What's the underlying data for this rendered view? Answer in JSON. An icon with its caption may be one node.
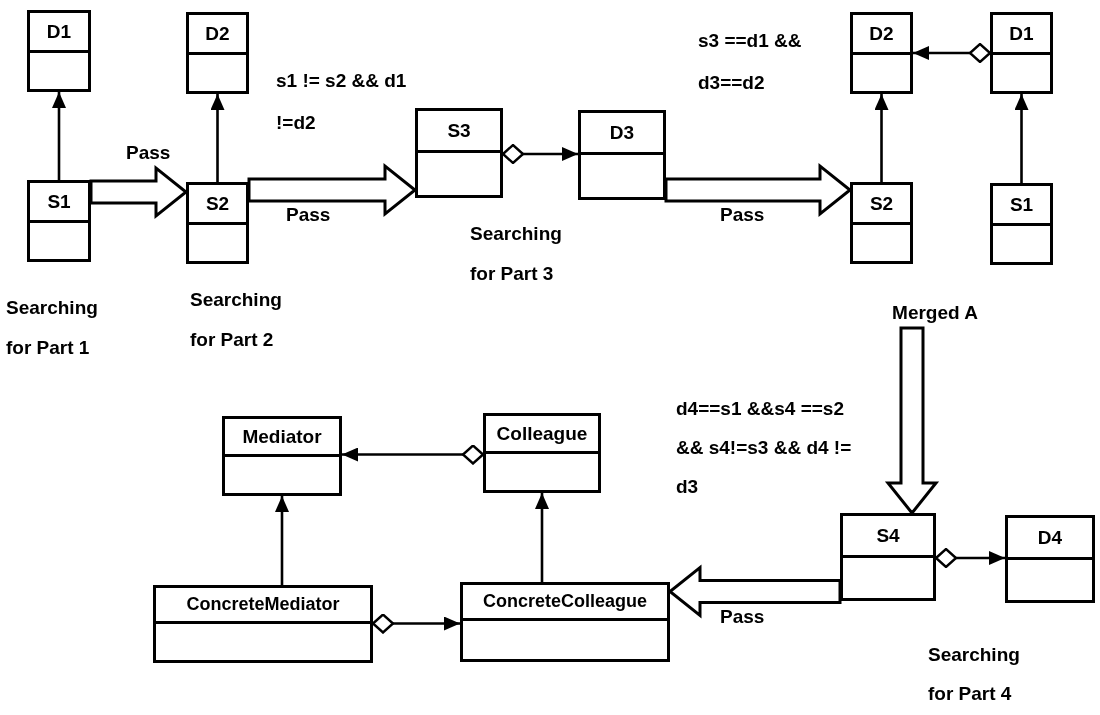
{
  "diagram": {
    "nodes": [
      {
        "text": [
          "D1"
        ]
      },
      {
        "text": [
          "S1"
        ]
      },
      {
        "text": [
          "D2"
        ]
      },
      {
        "text": [
          "S2"
        ]
      },
      {
        "text": [
          "S3"
        ]
      },
      {
        "text": [
          "D3"
        ]
      },
      {
        "text": [
          "D2"
        ]
      },
      {
        "text": [
          "D1"
        ]
      },
      {
        "text": [
          "S2"
        ]
      },
      {
        "text": [
          "S1"
        ]
      },
      {
        "text": [
          "Merged A"
        ]
      },
      {
        "text": [
          "Mediator"
        ]
      },
      {
        "text": [
          "Colleague"
        ]
      },
      {
        "text": [
          "ConcreteMediator"
        ]
      },
      {
        "text": [
          "ConcreteColleague"
        ]
      },
      {
        "text": [
          "S4"
        ]
      },
      {
        "text": [
          "D4"
        ]
      }
    ],
    "edges": [
      {
        "from": 1,
        "to": 0,
        "arrow": "to"
      },
      {
        "from": 3,
        "to": 2,
        "arrow": "to"
      },
      {
        "from": 4,
        "to": 5,
        "arrow": "to"
      },
      {
        "from": 7,
        "to": 6,
        "arrow": "to"
      },
      {
        "from": 8,
        "to": 6,
        "arrow": "to"
      },
      {
        "from": 9,
        "to": 7,
        "arrow": "to"
      },
      {
        "from": 12,
        "to": 11,
        "arrow": "to"
      },
      {
        "from": 13,
        "to": 11,
        "arrow": "to"
      },
      {
        "from": 14,
        "to": 12,
        "arrow": "to"
      },
      {
        "from": 13,
        "to": 14,
        "arrow": "to"
      },
      {
        "from": 15,
        "to": 16,
        "arrow": "to"
      },
      {
        "from": 1,
        "to": 3,
        "arrow": "to",
        "style": "thick",
        "label": "Pass"
      },
      {
        "from": 3,
        "to": 4,
        "arrow": "to",
        "style": "thick",
        "label": "Pass"
      },
      {
        "from": 5,
        "to": 8,
        "arrow": "to",
        "style": "thick",
        "label": "Pass"
      },
      {
        "from": 10,
        "to": 15,
        "arrow": "to",
        "style": "thick"
      },
      {
        "from": 15,
        "to": 14,
        "arrow": "to",
        "style": "thick",
        "label": "Pass"
      }
    ],
    "labels": [
      "s3 ==d1 && d3==d2",
      "s1 != s2 && d1 !=d2",
      "Searching for Part 3",
      "Searching for Part 2",
      "Searching for Part 1",
      "d4==s1 &&s4 ==s2 && s4!=s3 && d4 != d3",
      "Searching for Part 4"
    ]
  }
}
